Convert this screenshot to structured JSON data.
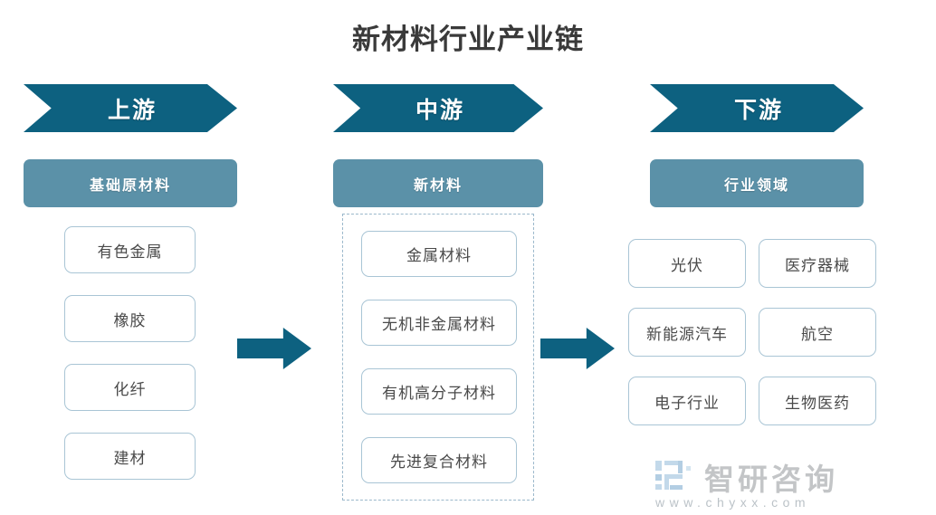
{
  "title": "新材料行业产业链",
  "columns": [
    {
      "stage_label": "上游",
      "category_label": "基础原材料",
      "dashed_group": false,
      "items": [
        "有色金属",
        "橡胶",
        "化纤",
        "建材"
      ]
    },
    {
      "stage_label": "中游",
      "category_label": "新材料",
      "dashed_group": true,
      "items": [
        "金属材料",
        "无机非金属材料",
        "有机高分子材料",
        "先进复合材料"
      ]
    },
    {
      "stage_label": "下游",
      "category_label": "行业领域",
      "dashed_group": false,
      "items": [
        "光伏",
        "医疗器械",
        "新能源汽车",
        "航空",
        "电子行业",
        "生物医药"
      ]
    }
  ],
  "connectors": [
    {
      "name": "arrow-upstream-to-midstream",
      "direction": "right"
    },
    {
      "name": "arrow-midstream-to-downstream",
      "direction": "right"
    }
  ],
  "watermark": {
    "brand": "智研咨询",
    "url": "www.chyxx.com"
  },
  "colors": {
    "banner": "#0d6180",
    "subheader": "#5b91a8",
    "box_border": "#a9c5d5",
    "dashed_border": "#9bb8cb",
    "title_text": "#3a3a3a",
    "item_text": "#4a4a4a",
    "watermark": "#b9bcbe"
  }
}
